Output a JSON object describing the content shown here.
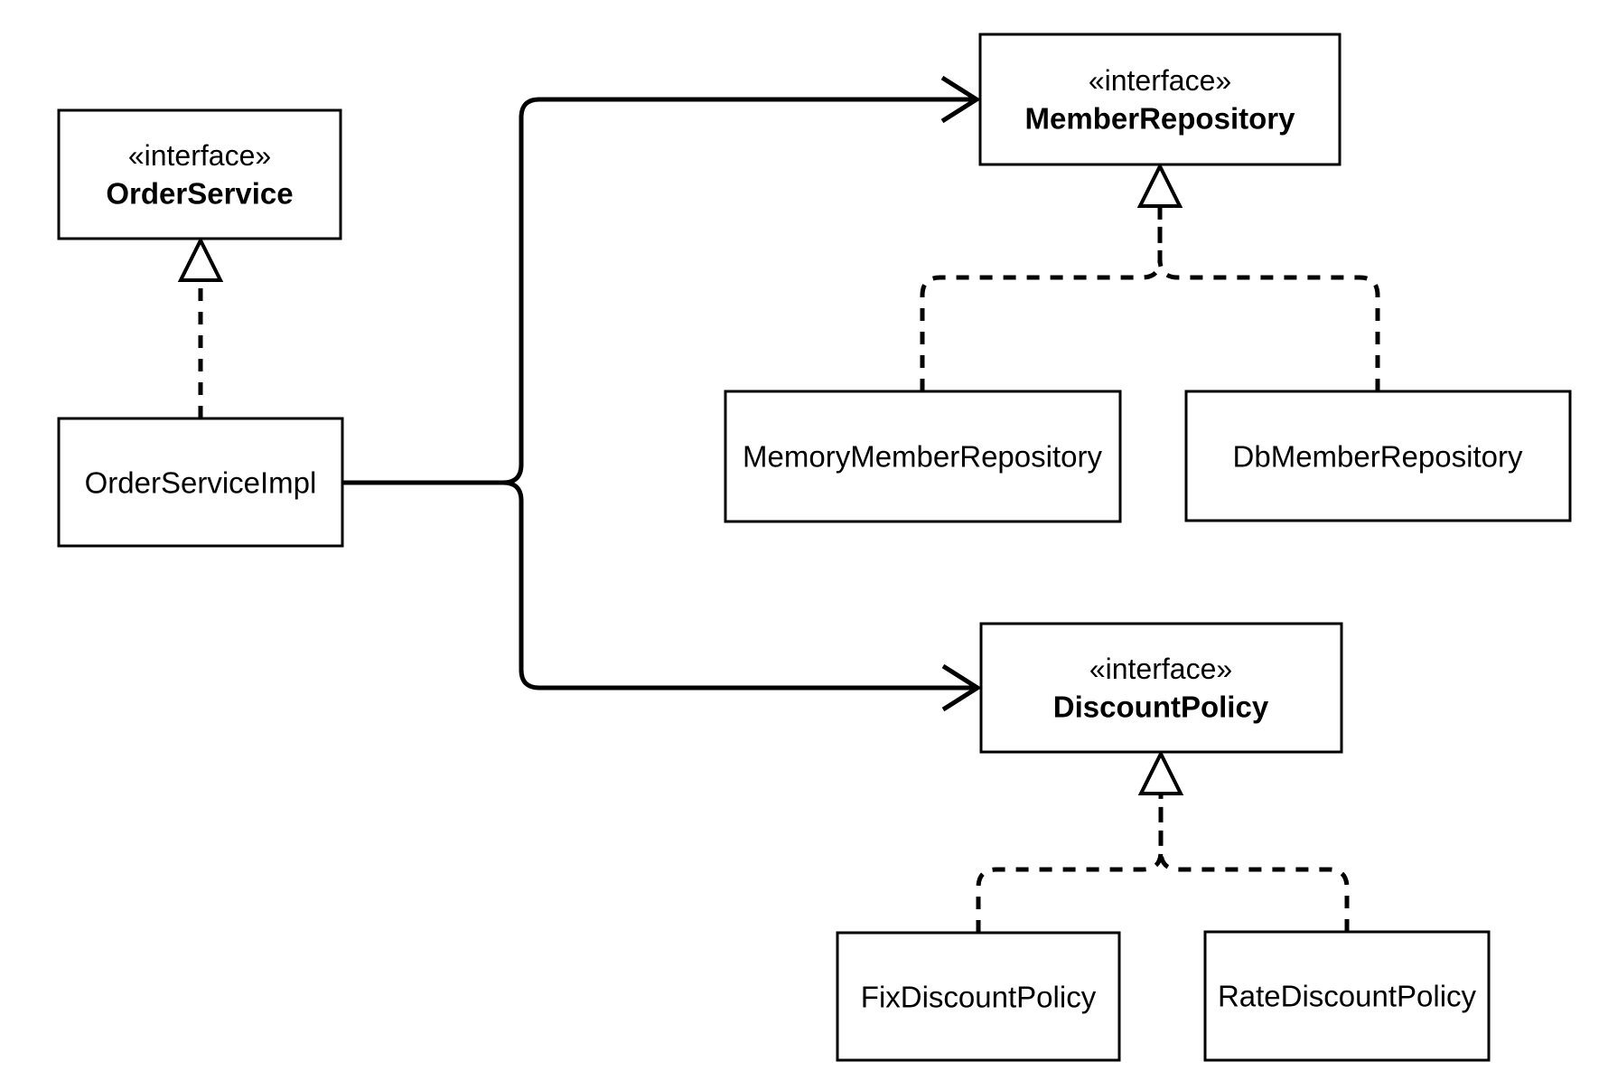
{
  "page": {
    "background_color": "#ffffff"
  },
  "diagram": {
    "type": "uml-class-diagram",
    "colors": {
      "stroke": "#000000",
      "node_fill": "#ffffff"
    },
    "nodes": {
      "orderService": {
        "stereotype": "«interface»",
        "name": "OrderService"
      },
      "orderServiceImpl": {
        "name": "OrderServiceImpl"
      },
      "memberRepository": {
        "stereotype": "«interface»",
        "name": "MemberRepository"
      },
      "memoryMemberRepository": {
        "name": "MemoryMemberRepository"
      },
      "dbMemberRepository": {
        "name": "DbMemberRepository"
      },
      "discountPolicy": {
        "stereotype": "«interface»",
        "name": "DiscountPolicy"
      },
      "fixDiscountPolicy": {
        "name": "FixDiscountPolicy"
      },
      "rateDiscountPolicy": {
        "name": "RateDiscountPolicy"
      }
    },
    "edges": [
      {
        "from": "OrderServiceImpl",
        "to": "OrderService",
        "type": "realization",
        "style": "dashed-hollow-triangle"
      },
      {
        "from": "OrderServiceImpl",
        "to": "MemberRepository",
        "type": "dependency",
        "style": "solid-open-arrow"
      },
      {
        "from": "OrderServiceImpl",
        "to": "DiscountPolicy",
        "type": "dependency",
        "style": "solid-open-arrow"
      },
      {
        "from": "MemoryMemberRepository",
        "to": "MemberRepository",
        "type": "realization",
        "style": "dashed-hollow-triangle"
      },
      {
        "from": "DbMemberRepository",
        "to": "MemberRepository",
        "type": "realization",
        "style": "dashed-hollow-triangle"
      },
      {
        "from": "FixDiscountPolicy",
        "to": "DiscountPolicy",
        "type": "realization",
        "style": "dashed-hollow-triangle"
      },
      {
        "from": "RateDiscountPolicy",
        "to": "DiscountPolicy",
        "type": "realization",
        "style": "dashed-hollow-triangle"
      }
    ]
  }
}
